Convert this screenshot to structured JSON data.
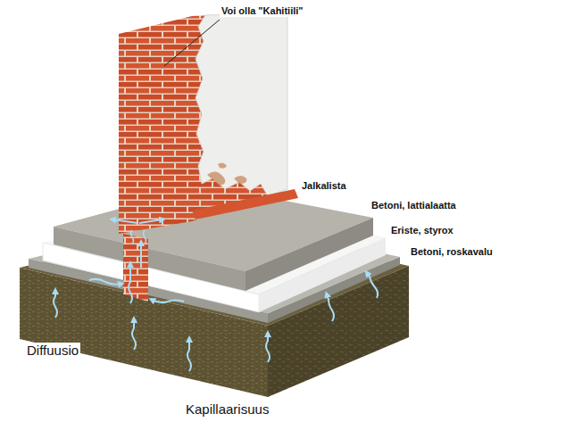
{
  "diagram": {
    "labels": [
      "Voi olla \"Kahitiili\"",
      "Jalkalista",
      "Betoni, lattialaatta",
      "Eriste, styrox",
      "Betoni, roskavalu",
      "Diffuusio",
      "Kapillaarisuus"
    ]
  }
}
